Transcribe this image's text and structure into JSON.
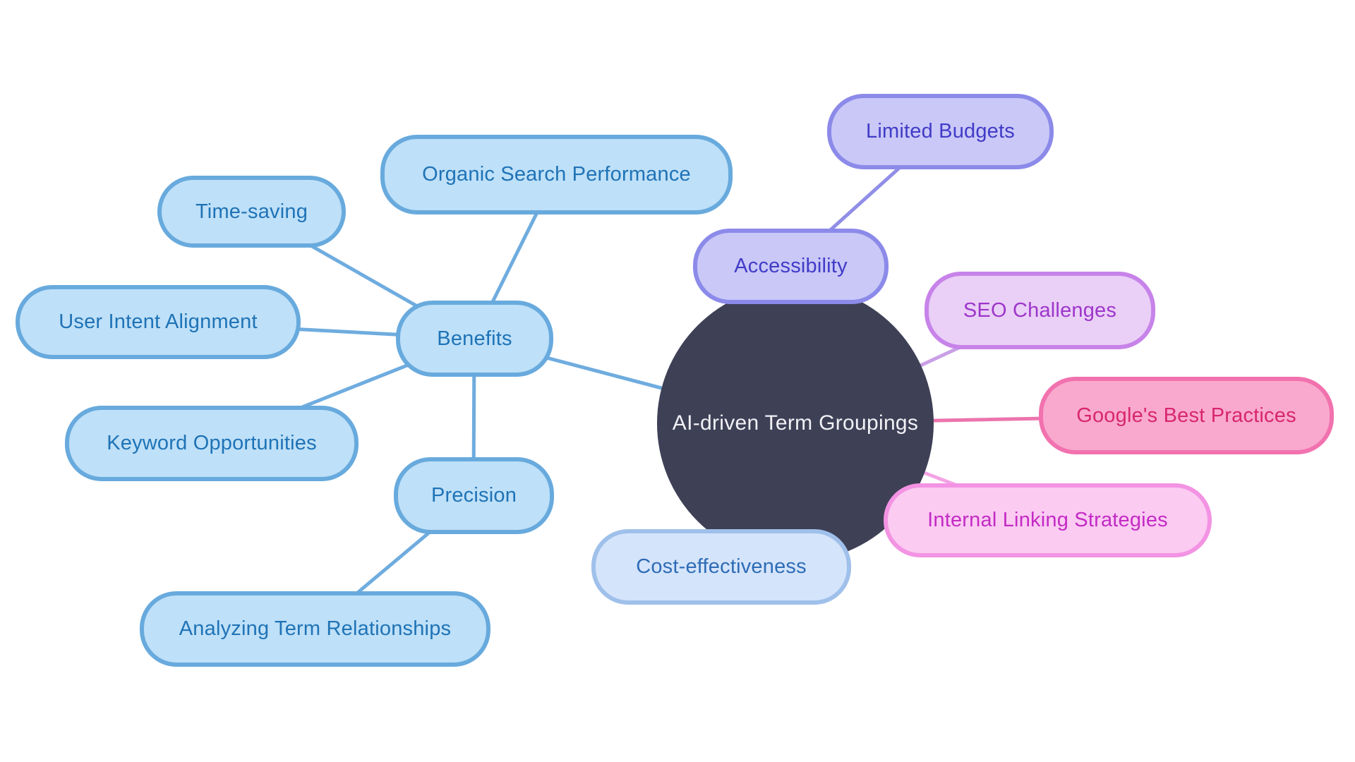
{
  "mindmap": {
    "central": {
      "id": "central",
      "label": "AI-driven Term Groupings"
    },
    "nodes": [
      {
        "id": "organic-search-performance",
        "label": "Organic Search Performance",
        "group": "blue"
      },
      {
        "id": "time-saving",
        "label": "Time-saving",
        "group": "blue"
      },
      {
        "id": "user-intent-alignment",
        "label": "User Intent Alignment",
        "group": "blue"
      },
      {
        "id": "benefits",
        "label": "Benefits",
        "group": "blue"
      },
      {
        "id": "keyword-opportunities",
        "label": "Keyword Opportunities",
        "group": "blue"
      },
      {
        "id": "precision",
        "label": "Precision",
        "group": "blue"
      },
      {
        "id": "analyzing-term-relationships",
        "label": "Analyzing Term Relationships",
        "group": "blue"
      },
      {
        "id": "cost-effectiveness",
        "label": "Cost-effectiveness",
        "group": "blue-soft"
      },
      {
        "id": "accessibility",
        "label": "Accessibility",
        "group": "purple"
      },
      {
        "id": "limited-budgets",
        "label": "Limited Budgets",
        "group": "purple"
      },
      {
        "id": "seo-challenges",
        "label": "SEO Challenges",
        "group": "lavender"
      },
      {
        "id": "googles-best-practices",
        "label": "Google's Best Practices",
        "group": "pink"
      },
      {
        "id": "internal-linking-strategies",
        "label": "Internal Linking Strategies",
        "group": "magenta"
      }
    ],
    "edges": [
      {
        "from": "organic-search-performance",
        "to": "benefits",
        "color": "blue"
      },
      {
        "from": "time-saving",
        "to": "benefits",
        "color": "blue"
      },
      {
        "from": "user-intent-alignment",
        "to": "benefits",
        "color": "blue"
      },
      {
        "from": "keyword-opportunities",
        "to": "benefits",
        "color": "blue"
      },
      {
        "from": "precision",
        "to": "benefits",
        "color": "blue"
      },
      {
        "from": "analyzing-term-relationships",
        "to": "precision",
        "color": "blue"
      },
      {
        "from": "benefits",
        "to": "central",
        "color": "blue"
      },
      {
        "from": "cost-effectiveness",
        "to": "central",
        "color": "blue-soft"
      },
      {
        "from": "accessibility",
        "to": "central",
        "color": "purple"
      },
      {
        "from": "limited-budgets",
        "to": "accessibility",
        "color": "purple"
      },
      {
        "from": "seo-challenges",
        "to": "central",
        "color": "lavender"
      },
      {
        "from": "googles-best-practices",
        "to": "central",
        "color": "pink"
      },
      {
        "from": "internal-linking-strategies",
        "to": "central",
        "color": "magenta"
      }
    ],
    "colors": {
      "central_fill": "#3E4056",
      "central_text": "#F1F1F6",
      "blue_fill": "#BEE0F8",
      "blue_border": "#68AADD",
      "blue_text": "#1F73B6",
      "blue_soft_fill": "#D4E4FB",
      "blue_soft_border": "#9FC0EA",
      "blue_soft_text": "#2E6CB5",
      "purple_fill": "#C9C8F7",
      "purple_border": "#8C8AE9",
      "purple_text": "#413BC7",
      "lavender_fill": "#EACFF7",
      "lavender_border": "#C783E9",
      "lavender_text": "#9D36CA",
      "pink_fill": "#F9A9CE",
      "pink_border": "#F172AE",
      "pink_text": "#D7266F",
      "magenta_fill": "#FBCBF2",
      "magenta_border": "#F393E3",
      "magenta_text": "#C32BC4"
    }
  }
}
